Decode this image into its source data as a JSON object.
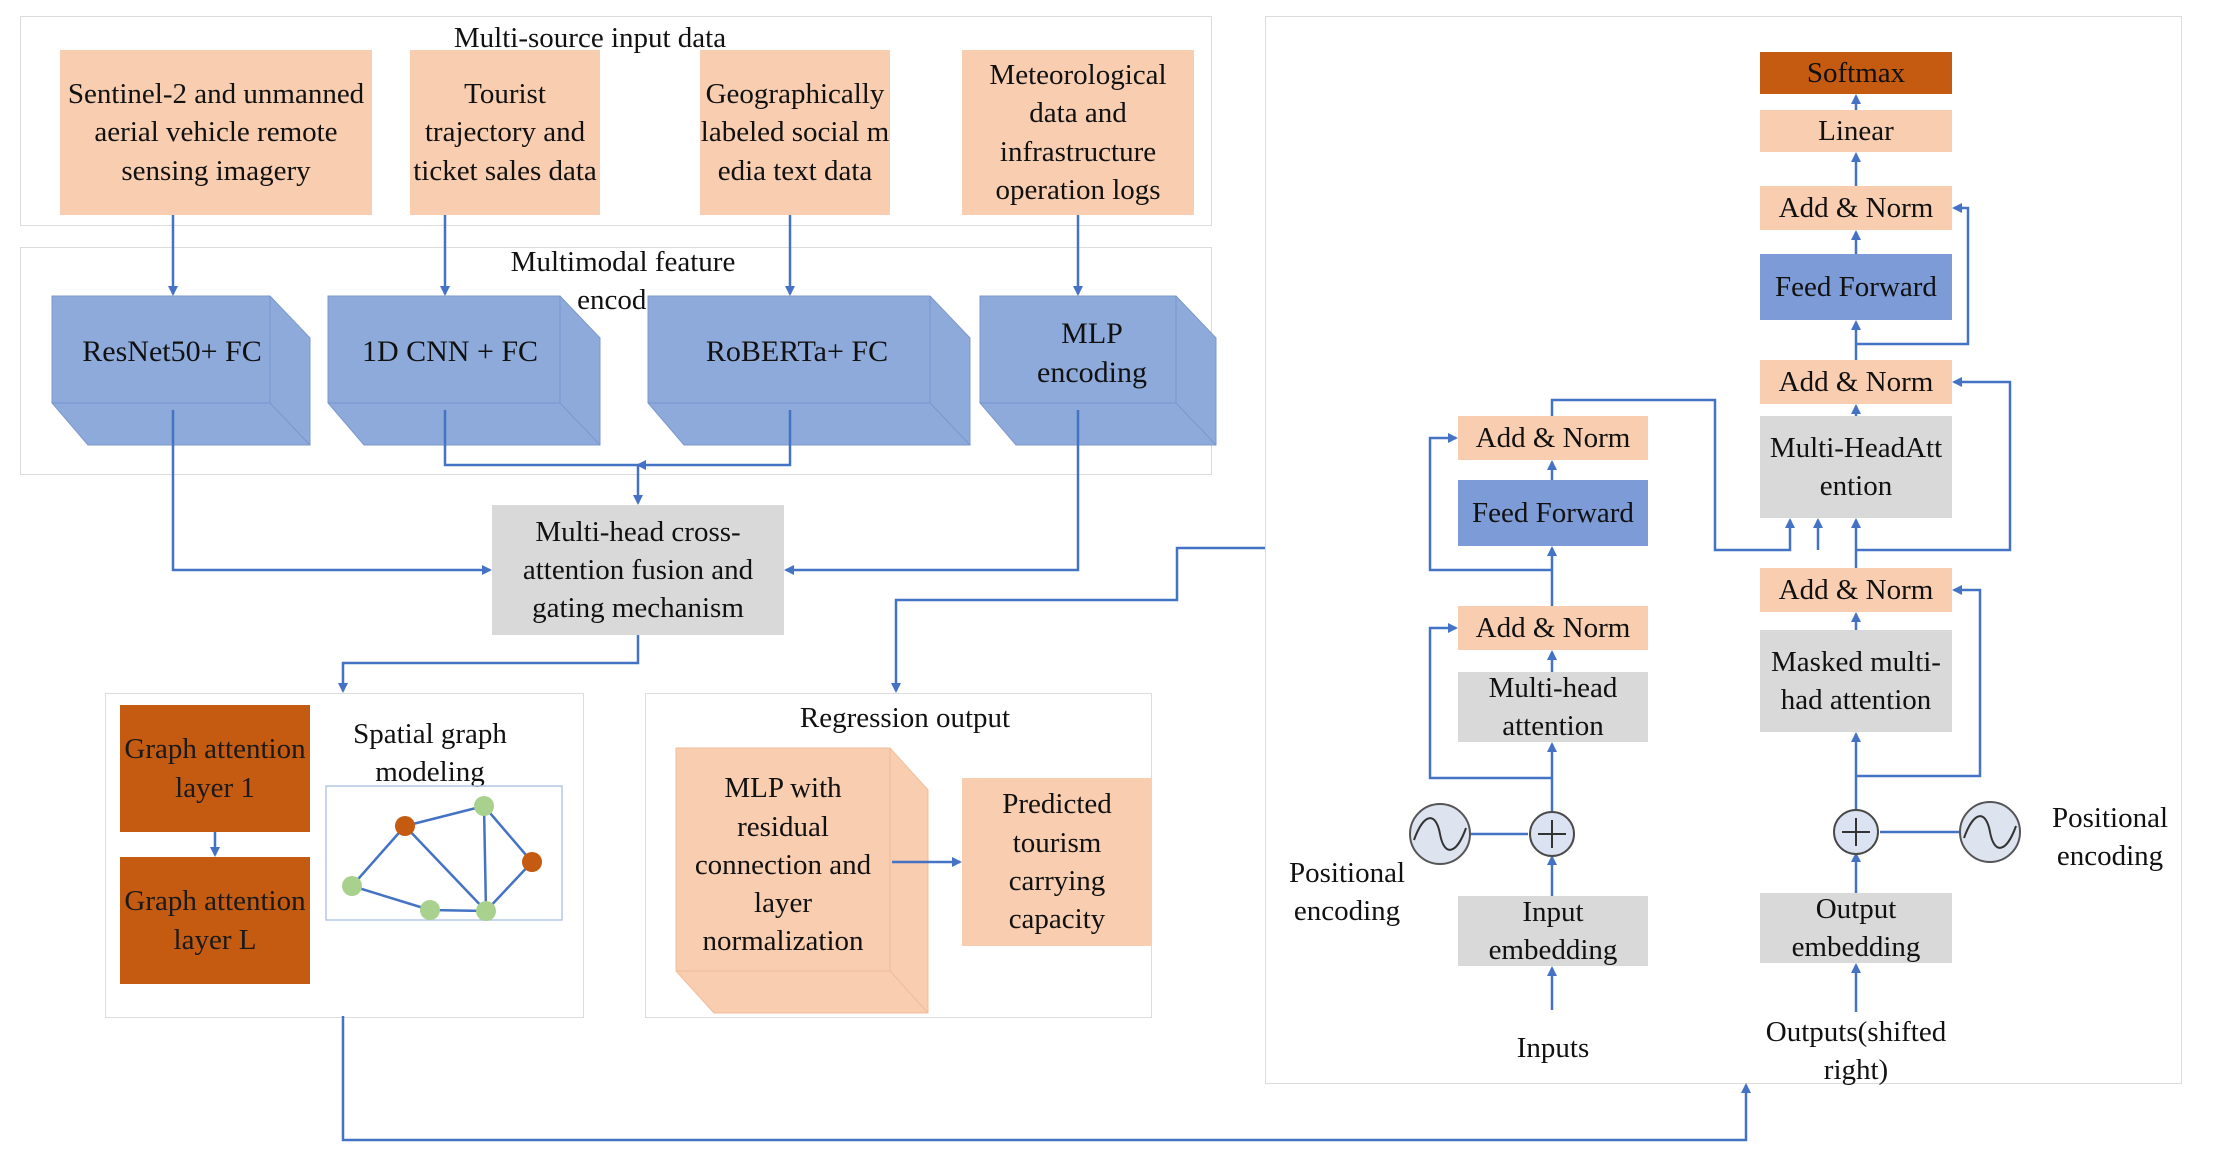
{
  "input_section": {
    "title": "Multi-source input data",
    "sources": [
      "Sentinel-2 and unmanned aerial vehicle remote sensing imagery",
      "Tourist trajectory and ticket sales data",
      "Geographically labeled social media text data",
      "Meteorological data and infrastructure operation logs"
    ]
  },
  "encoder_section": {
    "title": "Multimodal feature encoder",
    "encoders": [
      "ResNet50+ FC",
      "1D CNN + FC",
      "RoBERTa+ FC",
      "MLP encoding"
    ]
  },
  "fusion": {
    "label": "Multi-head cross-attention fusion and gating mechanism"
  },
  "graph_section": {
    "title": "Spatial graph modeling",
    "layer_first": "Graph attention layer 1",
    "layer_last": "Graph attention layer L"
  },
  "regression_section": {
    "title": "Regression output",
    "mlp": "MLP with residual connection and layer normalization",
    "output": "Predicted tourism carrying capacity"
  },
  "transformer": {
    "encoder": {
      "add_norm_top": "Add & Norm",
      "feed_forward": "Feed Forward",
      "add_norm_bottom": "Add & Norm",
      "attention": "Multi-head attention",
      "positional": "Positional encoding",
      "embedding": "Input embedding",
      "input": "Inputs"
    },
    "decoder": {
      "softmax": "Softmax",
      "linear": "Linear",
      "add_norm_3": "Add & Norm",
      "feed_forward": "Feed Forward",
      "add_norm_2": "Add & Norm",
      "cross_attention": "Multi-HeadAttention",
      "add_norm_1": "Add & Norm",
      "masked_attention": "Masked multi-had attention",
      "positional": "Positional encoding",
      "embedding": "Output embedding",
      "output": "Outputs(shifted right)"
    }
  },
  "colors": {
    "input_fill": "#f8cdb0",
    "encoder_fill": "#8eaadb",
    "fusion_fill": "#d9d9d9",
    "graph_fill": "#c55a11",
    "arrow": "#4472c4",
    "node_green": "#a9d18e",
    "node_orange": "#c55a11"
  }
}
